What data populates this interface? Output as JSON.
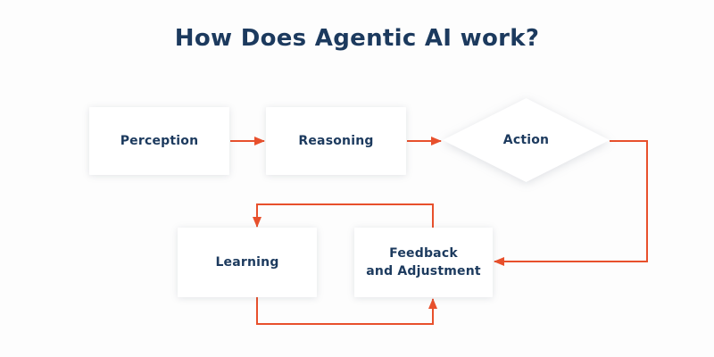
{
  "title": "How Does Agentic AI work?",
  "colors": {
    "accent": "#e8502c",
    "text": "#1c3a5e",
    "node_background": "#ffffff",
    "page_background": "#fdfdfd"
  },
  "nodes": [
    {
      "id": "perception",
      "label": "Perception",
      "shape": "rect"
    },
    {
      "id": "reasoning",
      "label": "Reasoning",
      "shape": "rect"
    },
    {
      "id": "action",
      "label": "Action",
      "shape": "diamond"
    },
    {
      "id": "learning",
      "label": "Learning",
      "shape": "rect"
    },
    {
      "id": "feedback",
      "label": "Feedback\nand Adjustment",
      "shape": "rect"
    }
  ],
  "edges": [
    {
      "from": "Perception",
      "to": "Reasoning"
    },
    {
      "from": "Reasoning",
      "to": "Action"
    },
    {
      "from": "Action",
      "to": "Feedback and Adjustment"
    },
    {
      "from": "Feedback and Adjustment",
      "to": "Learning"
    },
    {
      "from": "Learning",
      "to": "Feedback and Adjustment"
    }
  ]
}
